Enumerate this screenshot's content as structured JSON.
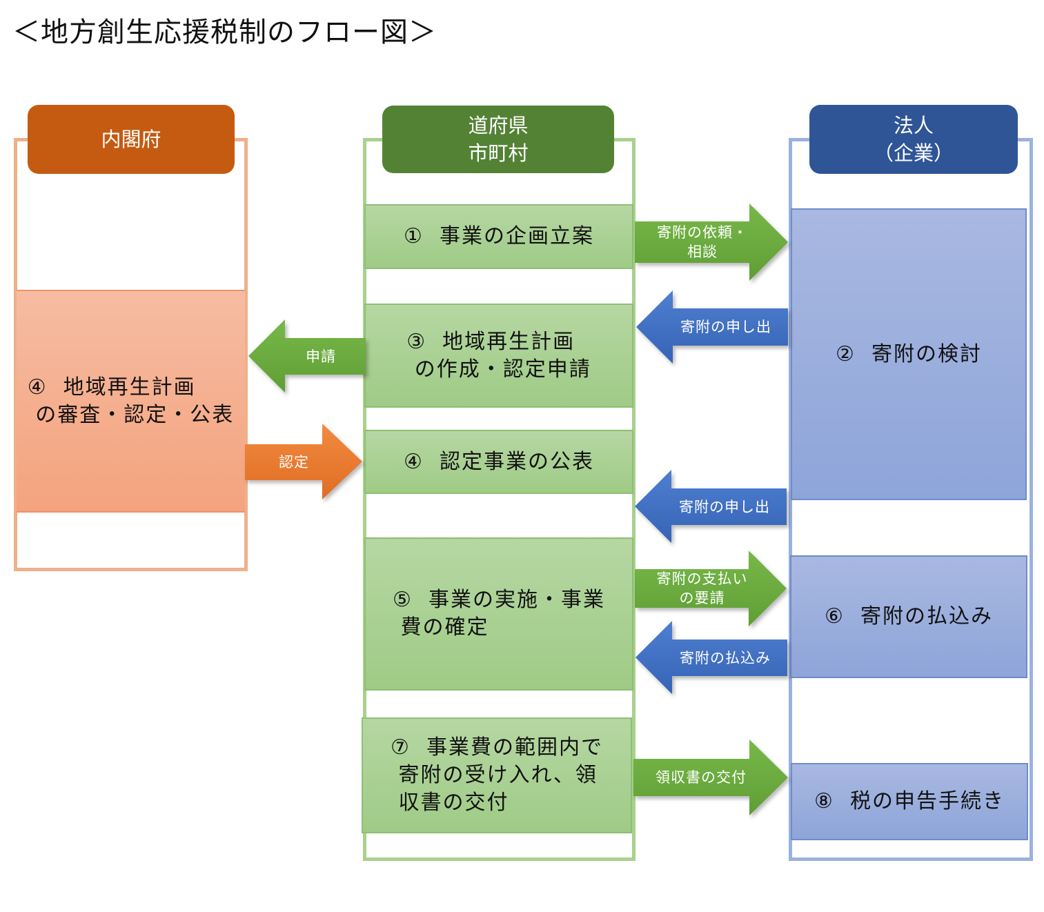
{
  "title": "＜地方創生応援税制のフロー図＞",
  "colors": {
    "cabinet_header": "#c55a11",
    "cabinet_frame": "#efb08a",
    "local_header": "#548235",
    "local_frame": "#a9d08e",
    "corp_header": "#2f5597",
    "corp_frame": "#9bb1dd",
    "arrow_green": "#6aab3d",
    "arrow_blue": "#4472c4",
    "arrow_orange": "#ed7d31"
  },
  "lanes": {
    "cabinet": {
      "header": "内閣府"
    },
    "local": {
      "header_line1": "道府県",
      "header_line2": "市町村"
    },
    "corporate": {
      "header_line1": "法人",
      "header_line2": "（企業）"
    }
  },
  "steps": {
    "s1": "①  事業の企画立案",
    "s2": "②  寄附の検討",
    "s3": "③  地域再生計画\n の作成・認定申請",
    "s4_cabinet": "④  地域再生計画\n の審査・認定・公表",
    "s4_local": "④  認定事業の公表",
    "s5": "⑤  事業の実施・事業\n 費の確定",
    "s6": "⑥  寄附の払込み",
    "s7": "⑦  事業費の範囲内で\n 寄附の受け入れ、領\n 収書の交付",
    "s8": "⑧  税の申告手続き"
  },
  "arrows": {
    "request_consult": "寄附の依頼・\n相談",
    "offer_1": "寄附の申し出",
    "apply": "申請",
    "certify": "認定",
    "offer_2": "寄附の申し出",
    "payment_request": "寄附の支払い\nの要請",
    "payment": "寄附の払込み",
    "receipt": "領収書の交付"
  }
}
